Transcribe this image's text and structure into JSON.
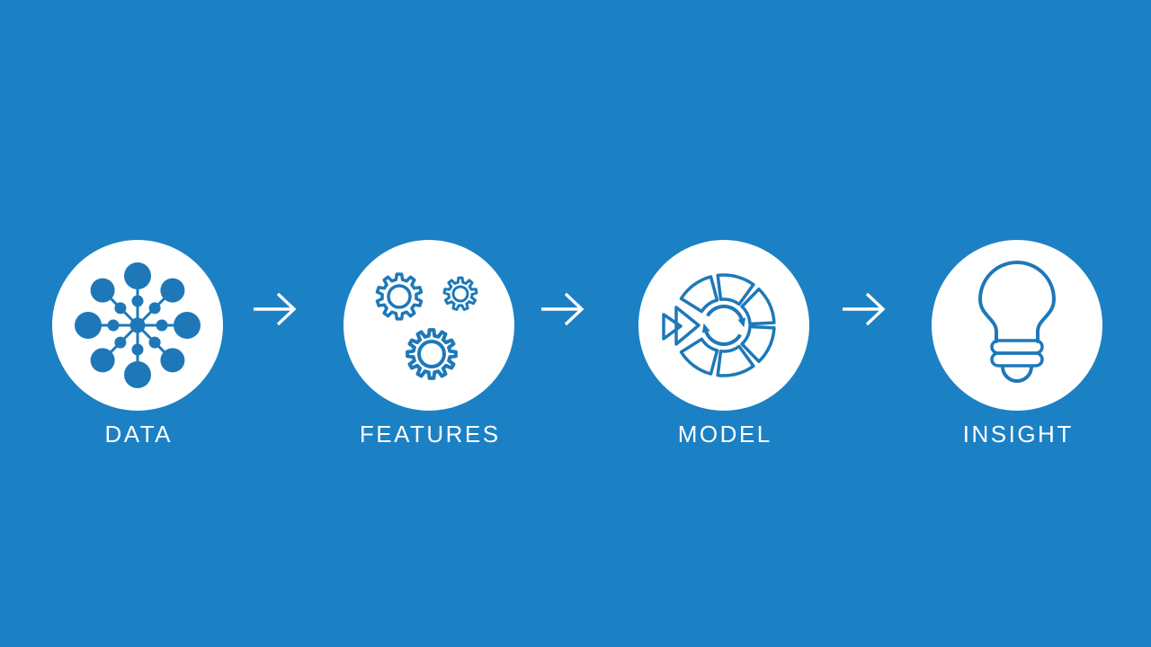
{
  "slide": {
    "background_color": "#1C80C4",
    "icon_color": "#1E78B8",
    "text_color": "#FFFFFF",
    "description": "Four-step machine learning pipeline diagram"
  },
  "steps": [
    {
      "label": "DATA",
      "icon": "data-network-icon"
    },
    {
      "label": "FEATURES",
      "icon": "gears-icon"
    },
    {
      "label": "MODEL",
      "icon": "model-cycle-icon"
    },
    {
      "label": "INSIGHT",
      "icon": "lightbulb-icon"
    }
  ],
  "arrows": {
    "count": 3,
    "icon": "arrow-right-icon"
  }
}
